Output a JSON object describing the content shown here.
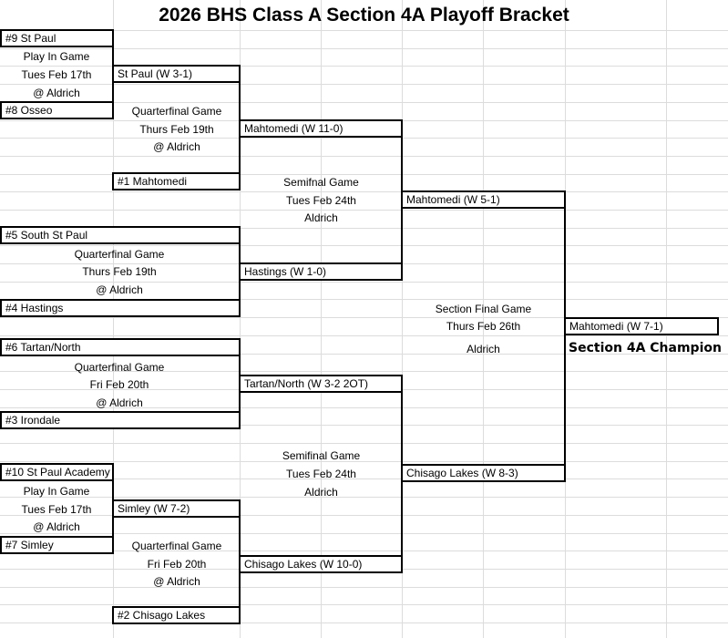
{
  "title": "2026 BHS Class A Section 4A Playoff Bracket",
  "playin1": {
    "seed_top": "#9 St Paul",
    "game": "Play In Game",
    "date": "Tues Feb 17th",
    "venue": "@ Aldrich",
    "seed_bottom": "#8 Osseo",
    "winner": "St Paul (W 3-1)"
  },
  "qf1": {
    "game": "Quarterfinal Game",
    "date": "Thurs Feb 19th",
    "venue": "@ Aldrich",
    "seed": "#1 Mahtomedi",
    "winner": "Mahtomedi (W 11-0)"
  },
  "sf1": {
    "game": "Semifnal Game",
    "date": "Tues Feb 24th",
    "venue": "Aldrich",
    "winner": "Mahtomedi (W 5-1)"
  },
  "qf2": {
    "seed_top": "#5 South St Paul",
    "game": "Quarterfinal Game",
    "date": "Thurs Feb 19th",
    "venue": "@ Aldrich",
    "seed_bottom": "#4 Hastings",
    "winner": "Hastings (W 1-0)"
  },
  "final": {
    "game": "Section Final Game",
    "date": "Thurs Feb 26th",
    "venue": "Aldrich",
    "winner": "Mahtomedi (W 7-1)",
    "champion_label": "Section 4A Champion"
  },
  "qf3": {
    "seed_top": "#6 Tartan/North",
    "game": "Quarterfinal Game",
    "date": "Fri Feb 20th",
    "venue": "@ Aldrich",
    "seed_bottom": "#3 Irondale",
    "winner": "Tartan/North (W 3-2 2OT)"
  },
  "sf2": {
    "game": "Semifinal Game",
    "date": "Tues Feb 24th",
    "venue": "Aldrich",
    "winner": "Chisago Lakes (W 8-3)"
  },
  "playin2": {
    "seed_top": "#10 St Paul Academy",
    "game": "Play In Game",
    "date": "Tues Feb 17th",
    "venue": "@ Aldrich",
    "seed_bottom": "#7 Simley",
    "winner": "Simley (W 7-2)"
  },
  "qf4": {
    "game": "Quarterfinal Game",
    "date": "Fri Feb 20th",
    "venue": "@ Aldrich",
    "seed": "#2 Chisago Lakes",
    "winner": "Chisago Lakes (W 10-0)"
  }
}
